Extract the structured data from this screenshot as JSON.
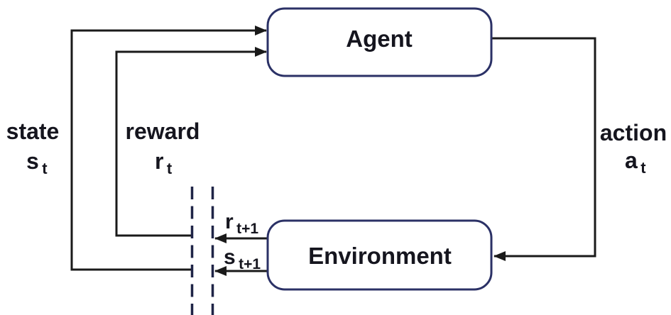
{
  "diagram": {
    "type": "reinforcement-learning-loop",
    "nodes": {
      "agent": {
        "label": "Agent"
      },
      "environment": {
        "label": "Environment"
      }
    },
    "labels": {
      "state": {
        "word": "state",
        "sym": "s",
        "sub": "t"
      },
      "reward": {
        "word": "reward",
        "sym": "r",
        "sub": "t"
      },
      "action": {
        "word": "action",
        "sym": "a",
        "sub": "t"
      },
      "next_reward": {
        "sym": "r",
        "sub": "t+1"
      },
      "next_state": {
        "sym": "s",
        "sub": "t+1"
      }
    },
    "colors": {
      "background": "#ffffff",
      "box_border": "#2b3166",
      "box_fill": "#ffffff",
      "arrow_line": "#1a1a1a",
      "dashed_line": "#1f2447",
      "text": "#15151e"
    }
  }
}
